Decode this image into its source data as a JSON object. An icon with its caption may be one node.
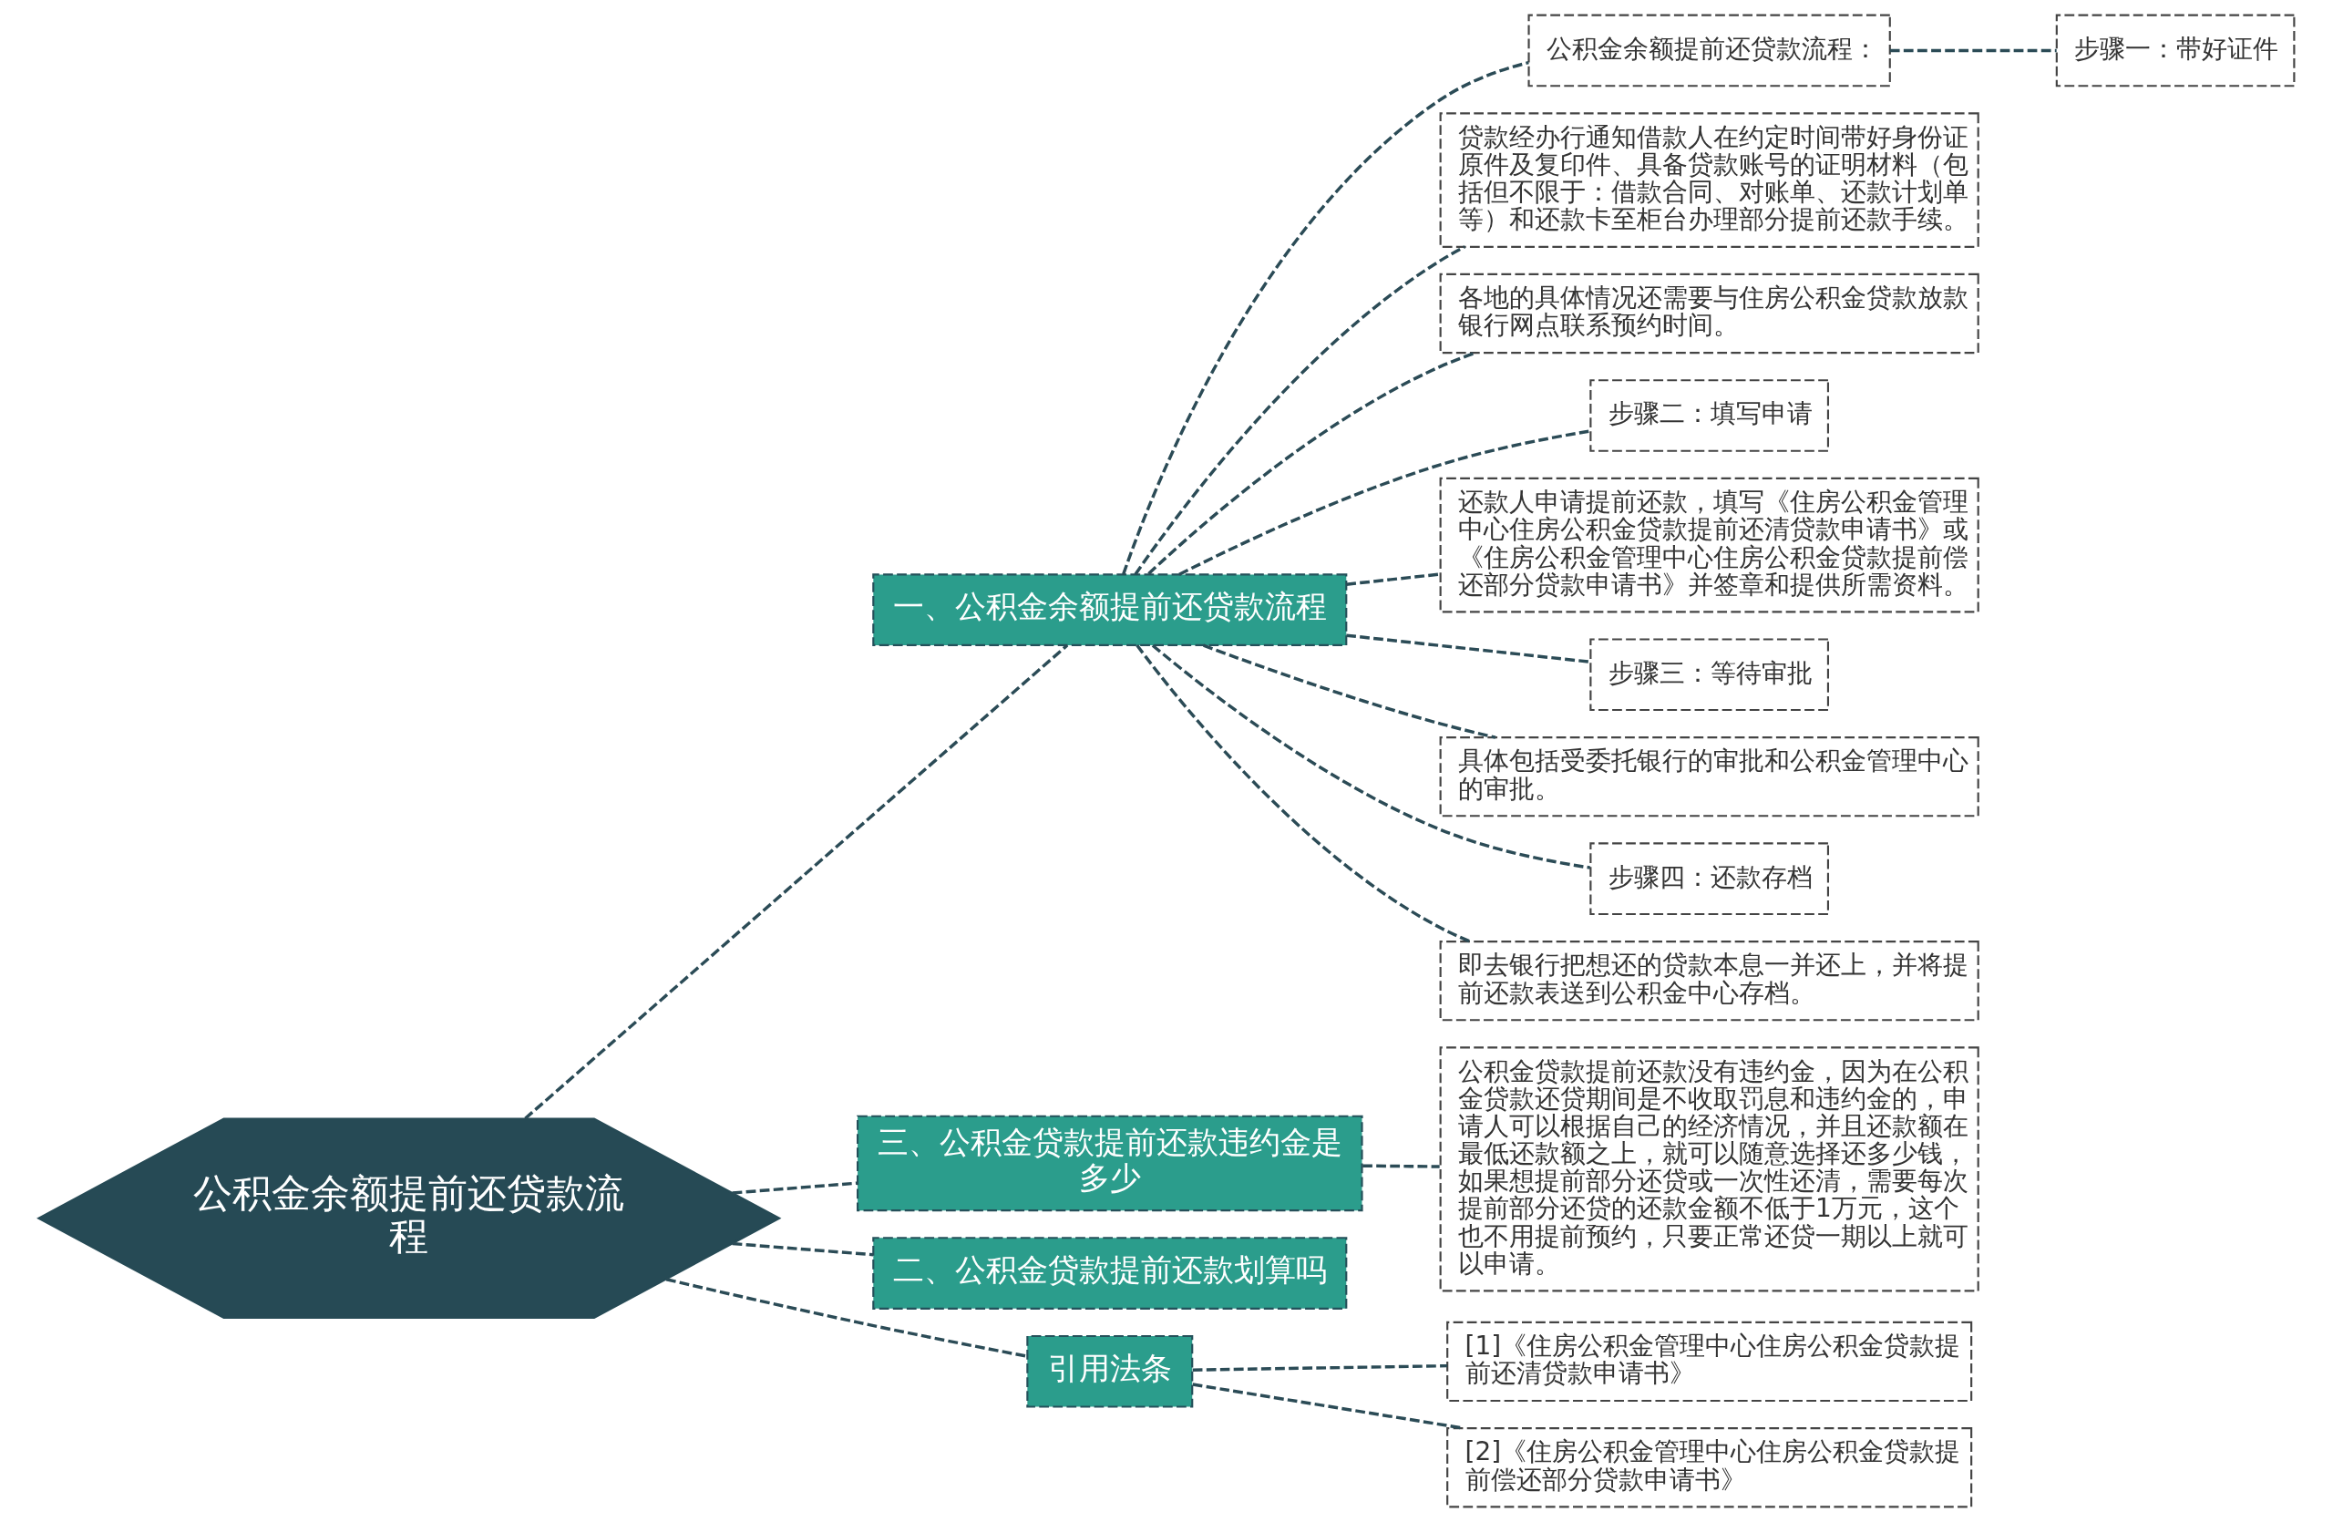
{
  "diagram": {
    "nodes": [
      {
        "text": [
          "公积金余额提前还贷款流程"
        ]
      },
      {
        "text": [
          "一、公积金余额提前还贷款流程"
        ]
      },
      {
        "text": [
          "公积金余额提前还贷款流程："
        ]
      },
      {
        "text": [
          "步骤一：带好证件"
        ]
      },
      {
        "text": [
          "贷款经办行通知借款人在约定时间带好身份证原件及复印件、具备贷款账号的证明材料（包括但不限于：借款合同、对账单、还款计划单等）和还款卡至柜台办理部分提前还款手续。"
        ]
      },
      {
        "text": [
          "各地的具体情况还需要与住房公积金贷款放款银行网点联系预约时间。"
        ]
      },
      {
        "text": [
          "步骤二：填写申请"
        ]
      },
      {
        "text": [
          "还款人申请提前还款，填写《住房公积金管理中心住房公积金贷款提前还清贷款申请书》或《住房公积金管理中心住房公积金贷款提前偿还部分贷款申请书》并签章和提供所需资料。"
        ]
      },
      {
        "text": [
          "步骤三：等待审批"
        ]
      },
      {
        "text": [
          "具体包括受委托银行的审批和公积金管理中心的审批。"
        ]
      },
      {
        "text": [
          "步骤四：还款存档"
        ]
      },
      {
        "text": [
          "即去银行把想还的贷款本息一并还上，并将提前还款表送到公积金中心存档。"
        ]
      },
      {
        "text": [
          "三、公积金贷款提前还款违约金是多少"
        ]
      },
      {
        "text": [
          "公积金贷款提前还款没有违约金，因为在公积金贷款还贷期间是不收取罚息和违约金的，申请人可以根据自己的经济情况，并且还款额在最低还款额之上，就可以随意选择还多少钱，如果想提前部分还贷或一次性还清，需要每次提前部分还贷的还款金额不低于1万元，这个也不用提前预约，只要正常还贷一期以上就可以申请。"
        ]
      },
      {
        "text": [
          "二、公积金贷款提前还款划算吗"
        ]
      },
      {
        "text": [
          "引用法条"
        ]
      },
      {
        "text": [
          "[1]《住房公积金管理中心住房公积金贷款提前还清贷款申请书》"
        ]
      },
      {
        "text": [
          "[2]《住房公积金管理中心住房公积金贷款提前偿还部分贷款申请书》"
        ]
      }
    ],
    "edges": [
      {
        "from": 0,
        "to": 1,
        "arrow": "none",
        "style": "dashed"
      },
      {
        "from": 1,
        "to": 2,
        "arrow": "none",
        "style": "dashed"
      },
      {
        "from": 2,
        "to": 3,
        "arrow": "none",
        "style": "dashed"
      },
      {
        "from": 1,
        "to": 4,
        "arrow": "none",
        "style": "dashed"
      },
      {
        "from": 1,
        "to": 5,
        "arrow": "none",
        "style": "dashed"
      },
      {
        "from": 1,
        "to": 6,
        "arrow": "none",
        "style": "dashed"
      },
      {
        "from": 1,
        "to": 7,
        "arrow": "none",
        "style": "dashed"
      },
      {
        "from": 1,
        "to": 8,
        "arrow": "none",
        "style": "dashed"
      },
      {
        "from": 1,
        "to": 9,
        "arrow": "none",
        "style": "dashed"
      },
      {
        "from": 1,
        "to": 10,
        "arrow": "none",
        "style": "dashed"
      },
      {
        "from": 1,
        "to": 11,
        "arrow": "none",
        "style": "dashed"
      },
      {
        "from": 0,
        "to": 12,
        "arrow": "none",
        "style": "dashed"
      },
      {
        "from": 12,
        "to": 13,
        "arrow": "none",
        "style": "dashed"
      },
      {
        "from": 0,
        "to": 14,
        "arrow": "none",
        "style": "dashed"
      },
      {
        "from": 0,
        "to": 15,
        "arrow": "none",
        "style": "dashed"
      },
      {
        "from": 15,
        "to": 16,
        "arrow": "none",
        "style": "dashed"
      },
      {
        "from": 15,
        "to": 17,
        "arrow": "none",
        "style": "dashed"
      }
    ]
  }
}
